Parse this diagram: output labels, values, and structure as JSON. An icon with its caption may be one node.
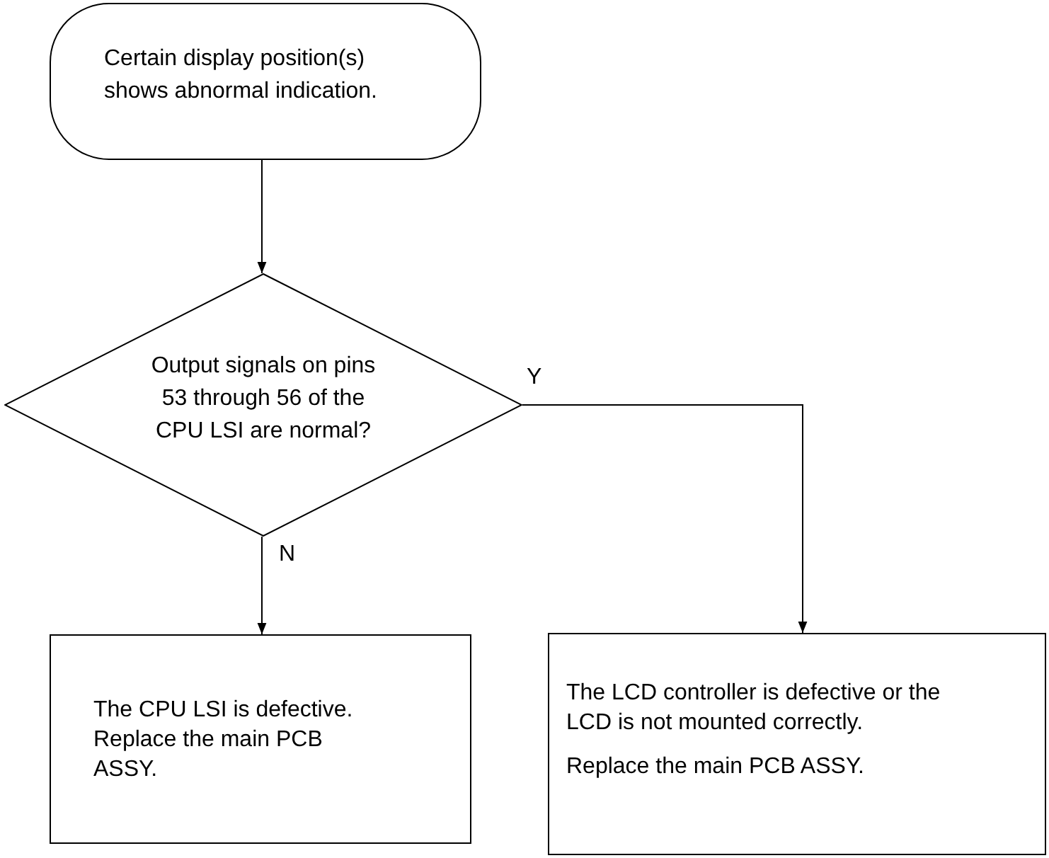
{
  "diagram": {
    "nodes": [
      {
        "text": [
          "Certain display position(s) shows abnormal indication."
        ]
      },
      {
        "text": [
          "Output signals on pins 53 through 56 of the CPU LSI are normal?"
        ]
      },
      {
        "text": [
          "The CPU LSI is defective. Replace the main PCB ASSY."
        ]
      },
      {
        "text": [
          "The LCD controller is defective or the LCD is not mounted correctly.",
          "Replace the main PCB ASSY."
        ]
      }
    ],
    "edges": [
      {
        "from": 0,
        "to": 1,
        "arrow": "to"
      },
      {
        "from": 1,
        "to": 3,
        "arrow": "to",
        "label": "Y"
      },
      {
        "from": 1,
        "to": 2,
        "arrow": "to",
        "label": "N"
      }
    ]
  }
}
